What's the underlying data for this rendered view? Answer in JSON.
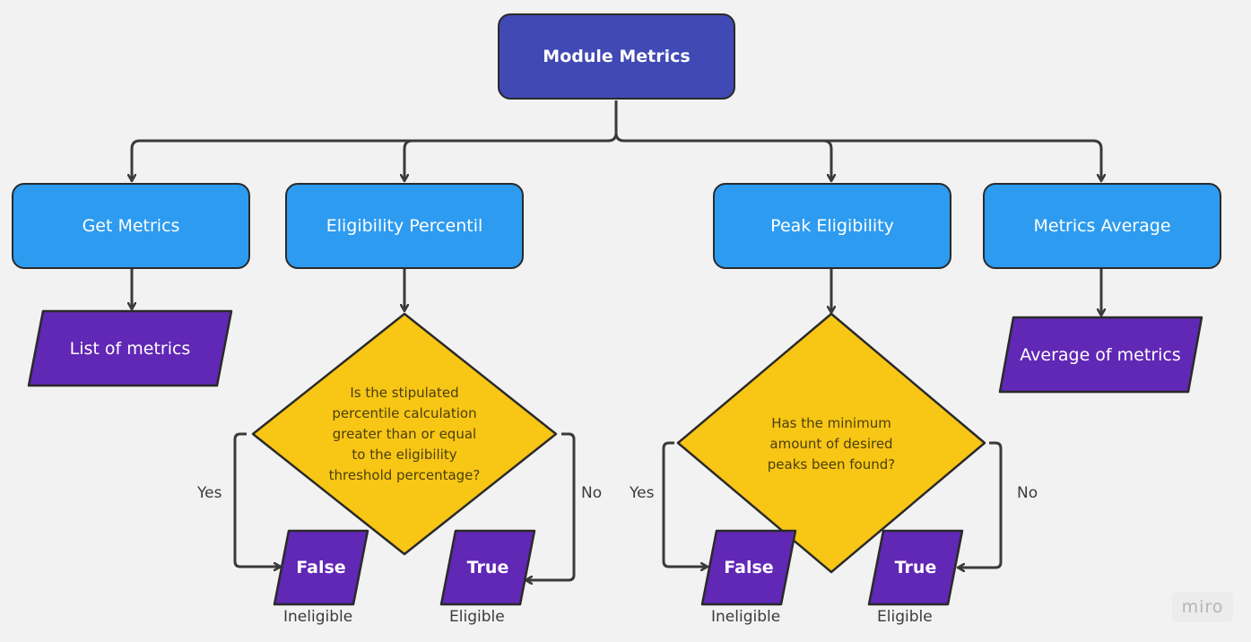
{
  "root": {
    "label": "Module Metrics"
  },
  "processes": {
    "get_metrics": "Get Metrics",
    "eligibility_percentil": "Eligibility Percentil",
    "peak_eligibility": "Peak Eligibility",
    "metrics_average": "Metrics Average"
  },
  "outputs": {
    "list_of_metrics": "List of metrics",
    "average_of_metrics": "Average of metrics"
  },
  "decision_percentil": {
    "lines": [
      "Is the stipulated",
      "percentile calculation",
      "greater than or equal",
      "to the eligibility",
      "threshold percentage?"
    ],
    "yes_label": "Yes",
    "no_label": "No",
    "false_label": "False",
    "true_label": "True",
    "false_caption": "Ineligible",
    "true_caption": "Eligible"
  },
  "decision_peak": {
    "lines": [
      "Has the minimum",
      "amount of desired",
      "peaks been found?"
    ],
    "yes_label": "Yes",
    "no_label": "No",
    "false_label": "False",
    "true_label": "True",
    "false_caption": "Ineligible",
    "true_caption": "Eligible"
  },
  "watermark": "miro",
  "colors": {
    "root": "#4149b5",
    "process": "#2d9bf0",
    "decision": "#f8c614",
    "output": "#6127b5",
    "connector": "#3a3a3a",
    "background": "#f2f2f2"
  }
}
